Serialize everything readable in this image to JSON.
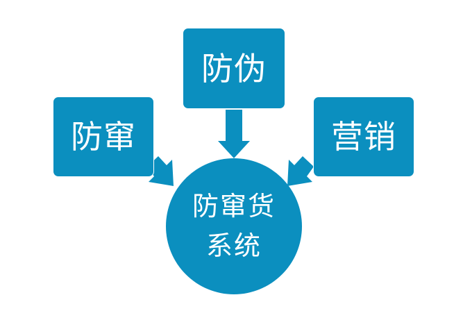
{
  "diagram": {
    "nodes": [
      {
        "id": "left",
        "label": "防窜"
      },
      {
        "id": "top",
        "label": "防伪"
      },
      {
        "id": "right",
        "label": "营销"
      }
    ],
    "center": {
      "line1": "防窜货",
      "line2": "系统"
    },
    "edges": [
      {
        "from": "left",
        "to": "center"
      },
      {
        "from": "top",
        "to": "center"
      },
      {
        "from": "right",
        "to": "center"
      }
    ],
    "colors": {
      "fill": "#0b8fbf",
      "text": "#ffffff",
      "background": "#ffffff"
    }
  }
}
